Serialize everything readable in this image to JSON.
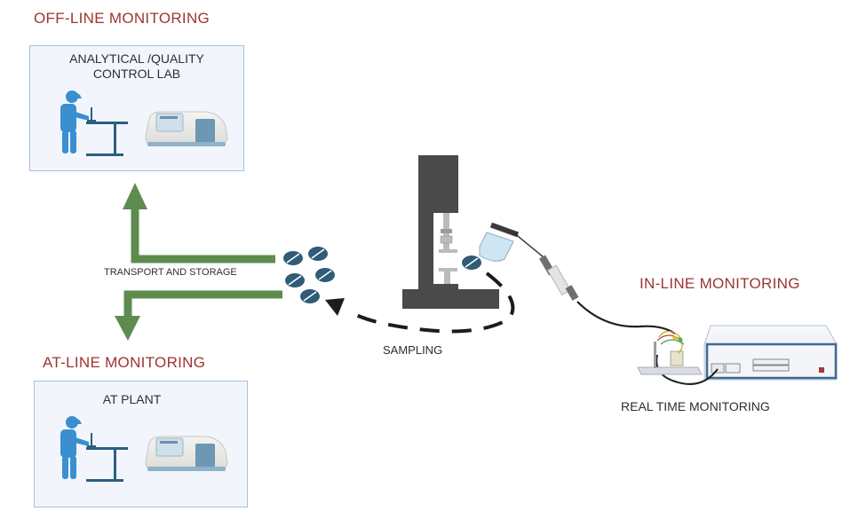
{
  "diagram": {
    "offline": {
      "heading": "OFF-LINE MONITORING",
      "panel_title_line1": "ANALYTICAL /QUALITY",
      "panel_title_line2": "CONTROL LAB"
    },
    "atline": {
      "heading": "AT-LINE MONITORING",
      "panel_title": "AT PLANT"
    },
    "inline": {
      "heading": "IN-LINE MONITORING",
      "caption": "REAL TIME MONITORING"
    },
    "transport_label": "TRANSPORT AND STORAGE",
    "sampling_label": "SAMPLING",
    "colors": {
      "heading": "#9b3530",
      "arrow_green": "#5e8c4f",
      "tablet": "#2f5c78",
      "panel_bg": "#f2f6fc",
      "panel_border": "#a9bfdc",
      "press": "#4a4a4a",
      "worker": "#3a8fd0"
    },
    "icons": {
      "worker": "lab-worker-icon",
      "spectrophotometer": "spectrophotometer-icon",
      "tablet_press": "tablet-press-icon",
      "tablets": "tablet-icon",
      "probe": "probe-icon",
      "analyzer": "analyzer-icon"
    }
  }
}
